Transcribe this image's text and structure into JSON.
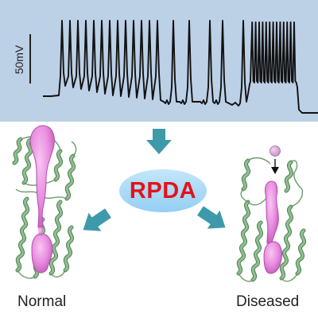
{
  "trace": {
    "scale_label": "50mV",
    "colors": {
      "panel": "#bcd0e6",
      "trace": "#111111"
    }
  },
  "method": {
    "label": "RPDA",
    "colors": {
      "ellipse": "#a9daf6",
      "text": "#e3121b",
      "arrows": "#3e9aaa"
    }
  },
  "structures": {
    "normal_label": "Normal",
    "diseased_label": "Diseased",
    "colors": {
      "helix": "#8fbf8f",
      "helix_edge": "#4f7f52",
      "pore": "#e98ee0",
      "pore_edge": "#b24fa8"
    },
    "ion_icon": "ion-sphere-icon"
  }
}
